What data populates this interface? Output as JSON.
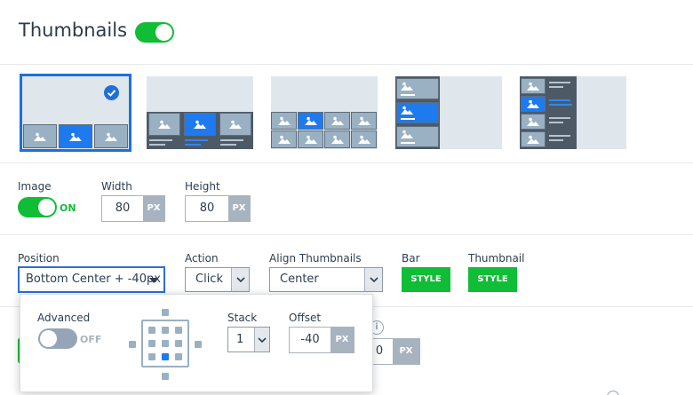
{
  "header": {
    "title": "Thumbnails",
    "enabled": true
  },
  "layouts": [
    {
      "name": "layout-bottom",
      "selected": true
    },
    {
      "name": "layout-bottom-bar",
      "selected": false
    },
    {
      "name": "layout-grid",
      "selected": false
    },
    {
      "name": "layout-left",
      "selected": false
    },
    {
      "name": "layout-left-bar",
      "selected": false
    }
  ],
  "image": {
    "label": "Image",
    "state": "ON",
    "width_label": "Width",
    "width_value": "80",
    "height_label": "Height",
    "height_value": "80",
    "unit": "PX"
  },
  "controls": {
    "position_label": "Position",
    "position_value": "Bottom Center + -40px",
    "action_label": "Action",
    "action_value": "Click",
    "align_label": "Align Thumbnails",
    "align_value": "Center",
    "bar_label": "Bar",
    "bar_button": "STYLE",
    "thumbnail_label": "Thumbnail",
    "thumbnail_button": "STYLE"
  },
  "popup": {
    "advanced_label": "Advanced",
    "advanced_state": "OFF",
    "stack_label": "Stack",
    "stack_value": "1",
    "offset_label": "Offset",
    "offset_value": "-40",
    "unit": "PX"
  },
  "behind": {
    "field_value": "0",
    "unit": "PX"
  },
  "colors": {
    "accent": "#1e6fd9",
    "toggle_on": "#0fbd36",
    "button": "#0fbd36"
  }
}
